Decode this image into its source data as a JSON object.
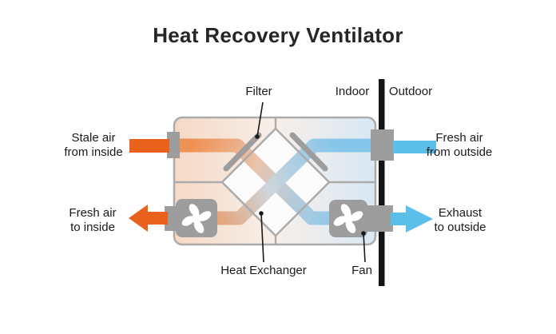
{
  "title": "Heat Recovery Ventilator",
  "labels": {
    "filter": "Filter",
    "indoor": "Indoor",
    "outdoor": "Outdoor",
    "stale_air_line1": "Stale air",
    "stale_air_line2": "from inside",
    "fresh_in_line1": "Fresh air",
    "fresh_in_line2": "to inside",
    "fresh_out_line1": "Fresh air",
    "fresh_out_line2": "from outside",
    "exhaust_line1": "Exhaust",
    "exhaust_line2": "to outside",
    "heat_exchanger": "Heat Exchanger",
    "fan": "Fan"
  },
  "colors": {
    "warm_air": "#E8611D",
    "cool_air": "#5BBEE9",
    "unit_warm_bg": "#F6D9C5",
    "unit_cool_bg": "#D8E8F4",
    "component_gray": "#9D9D9D",
    "outline_gray": "#ABABAB",
    "wall_black": "#141414",
    "text": "#1A1A1A"
  }
}
